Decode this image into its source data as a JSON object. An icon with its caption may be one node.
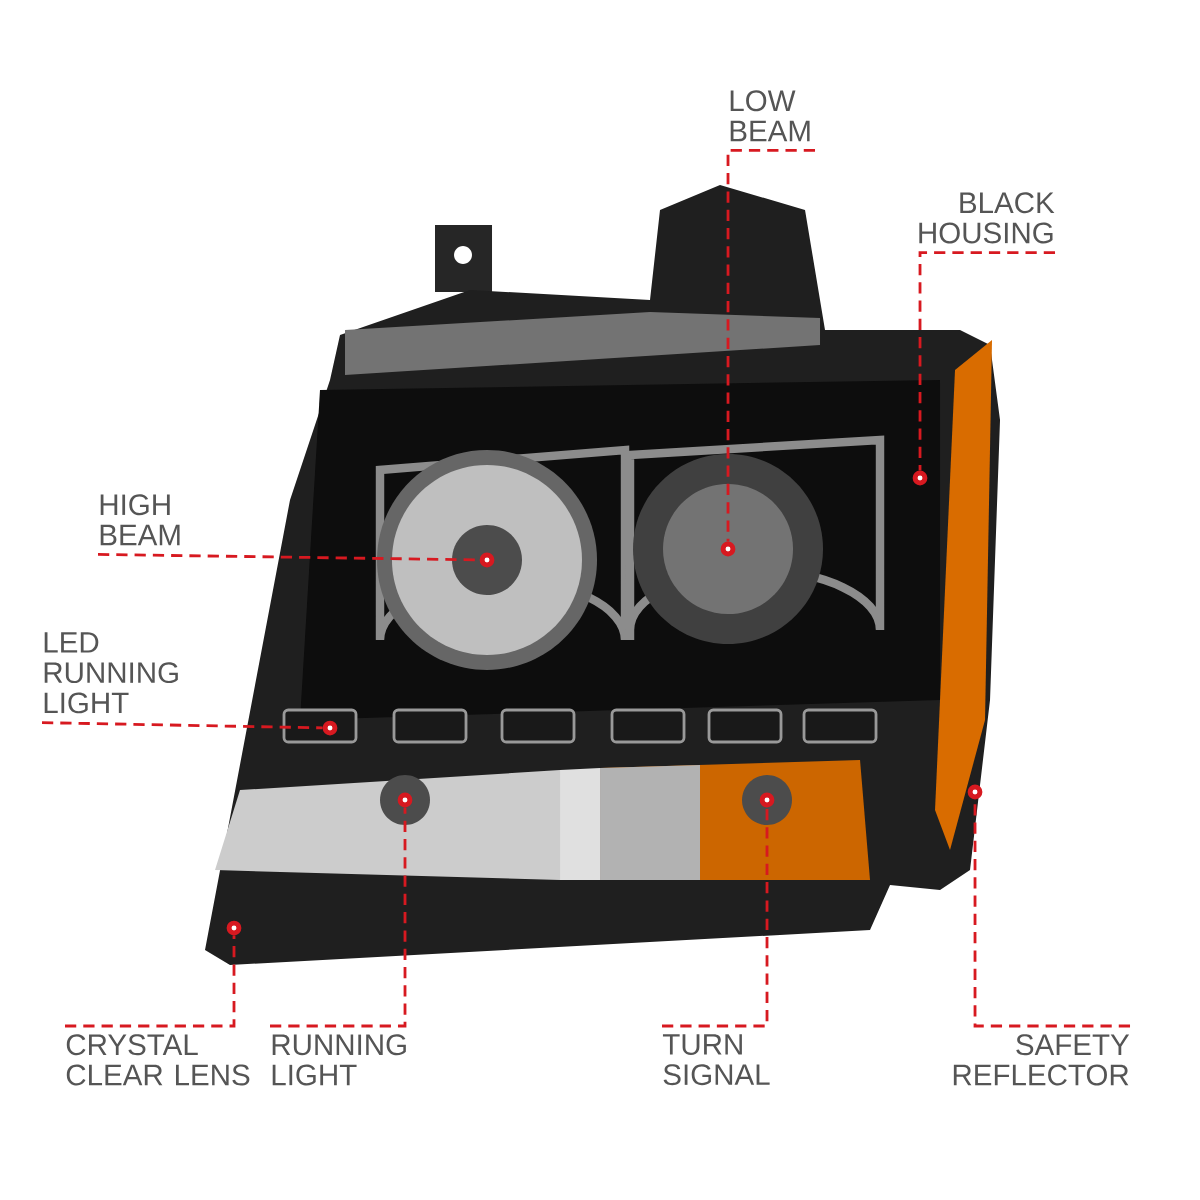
{
  "diagram": {
    "nodes": [
      {
        "text": [
          "LOW BEAM"
        ]
      },
      {
        "text": [
          "BLACK HOUSING"
        ]
      },
      {
        "text": [
          "HIGH BEAM"
        ]
      },
      {
        "text": [
          "LED RUNNING LIGHT"
        ]
      },
      {
        "text": [
          "CRYSTAL CLEAR LENS"
        ]
      },
      {
        "text": [
          "RUNNING LIGHT"
        ]
      },
      {
        "text": [
          "TURN SIGNAL"
        ]
      },
      {
        "text": [
          "SAFETY REFLECTOR"
        ]
      },
      {
        "text": [],
        "shape": "circle"
      },
      {
        "text": [],
        "shape": "circle"
      },
      {
        "text": [],
        "shape": "circle"
      },
      {
        "text": [],
        "shape": "circle"
      },
      {
        "text": [],
        "shape": "circle"
      },
      {
        "text": [],
        "shape": "circle"
      },
      {
        "text": [],
        "shape": "circle"
      },
      {
        "text": [],
        "shape": "circle"
      }
    ],
    "edges": [
      {
        "from": 0,
        "to": 12,
        "arrow": "none",
        "style": "dashed",
        "color": "#d71920"
      },
      {
        "from": 1,
        "to": 14,
        "arrow": "none",
        "style": "dashed",
        "color": "#d71920"
      },
      {
        "from": 2,
        "to": 11,
        "arrow": "none",
        "style": "dashed",
        "color": "#d71920"
      },
      {
        "from": 3,
        "to": 9,
        "arrow": "none",
        "style": "dashed",
        "color": "#d71920"
      },
      {
        "from": 4,
        "to": 8,
        "arrow": "none",
        "style": "dashed",
        "color": "#d71920"
      },
      {
        "from": 5,
        "to": 10,
        "arrow": "none",
        "style": "dashed",
        "color": "#d71920"
      },
      {
        "from": 6,
        "to": 13,
        "arrow": "none",
        "style": "dashed",
        "color": "#d71920"
      },
      {
        "from": 7,
        "to": 15,
        "arrow": "none",
        "style": "dashed",
        "color": "#d71920"
      }
    ]
  }
}
